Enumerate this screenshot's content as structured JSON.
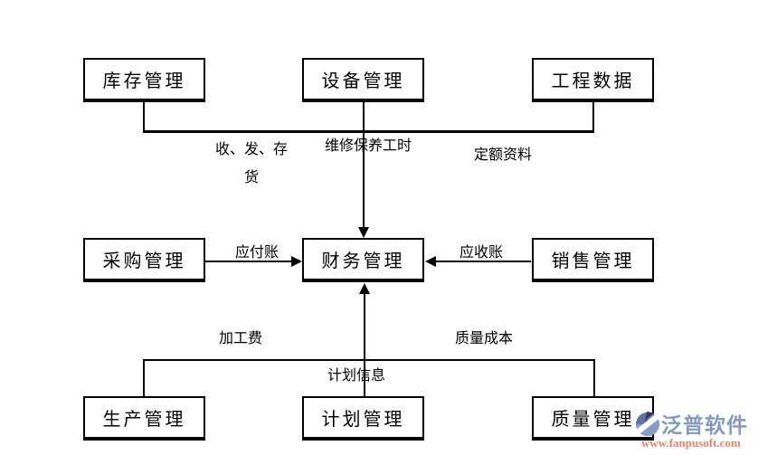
{
  "diagram": {
    "title_hint": "ERP module data-flow diagram centered on finance management",
    "boxes": [
      {
        "id": "inventory",
        "label": "库存管理"
      },
      {
        "id": "equipment",
        "label": "设备管理"
      },
      {
        "id": "engineering",
        "label": "工程数据"
      },
      {
        "id": "purchasing",
        "label": "采购管理"
      },
      {
        "id": "finance",
        "label": "财务管理"
      },
      {
        "id": "sales",
        "label": "销售管理"
      },
      {
        "id": "production",
        "label": "生产管理"
      },
      {
        "id": "planning",
        "label": "计划管理"
      },
      {
        "id": "quality",
        "label": "质量管理"
      }
    ],
    "edge_labels": {
      "inventory_to_finance_line1": "收、发、存",
      "inventory_to_finance_line2": "货",
      "equipment_to_finance": "维修保养工时",
      "engineering_to_finance": "定额资料",
      "purchasing_to_finance": "应付账",
      "sales_to_finance": "应收账",
      "production_to_finance": "加工费",
      "quality_to_finance": "质量成本",
      "planning_to_finance": "计划信息"
    },
    "line_color": "#000000"
  },
  "watermark": {
    "brand": "泛普软件",
    "url": "www.fanpusoft.com",
    "brand_color": "#8598BE",
    "url_color": "#E08270",
    "icon_main_color": "#8A9CC4",
    "icon_dark_color": "#5F73A0"
  }
}
